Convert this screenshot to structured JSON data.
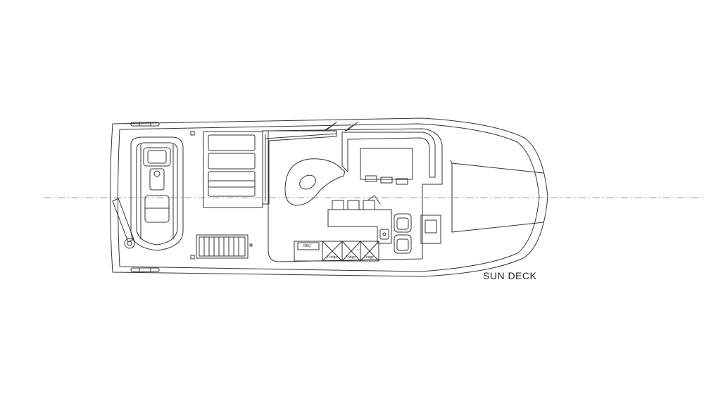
{
  "drawing": {
    "title": "SUN DECK",
    "labels": {
      "bbq": "BBQ",
      "fridge_1": "Fridge",
      "fridge_2": "Fridge",
      "fridge_3": "Fridge"
    }
  }
}
